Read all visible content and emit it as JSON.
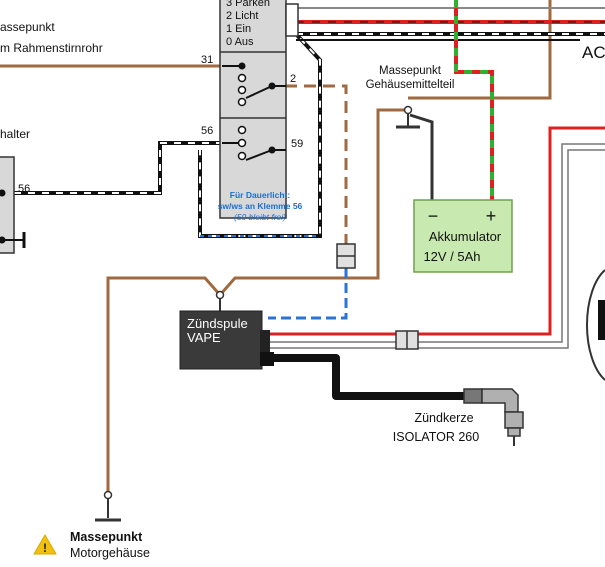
{
  "switch_positions": {
    "p3": "3 Parken",
    "p2": "2 Licht",
    "p1": "1 Ein",
    "p0": "0 Aus"
  },
  "left_ground": {
    "line1": "assepunkt",
    "line2": "m Rahmenstirnrohr"
  },
  "left_switch_label": "halter",
  "terminals": {
    "t31": "31",
    "t2": "2",
    "t56": "56",
    "t59": "59",
    "t56_left": "56"
  },
  "permanent_light_note": {
    "line1": "Für Dauerlicht:",
    "line2": "sw/ws an Klemme 56",
    "line3": "(59 bleibt frei)"
  },
  "housing_ground": {
    "line1": "Massepunkt",
    "line2": "Gehäusemittelteil"
  },
  "battery": {
    "minus": "−",
    "plus": "+",
    "name": "Akkumulator",
    "spec": "12V / 5Ah"
  },
  "ignition_coil": {
    "line1": "Zündspule",
    "line2": "VAPE"
  },
  "spark_plug": {
    "line1": "Zündkerze",
    "line2": "ISOLATOR 260"
  },
  "engine_ground": {
    "line1": "Massepunkt",
    "line2": "Motorgehäuse"
  },
  "edge_label": "AC",
  "warning_icon_symbol": "!",
  "colors": {
    "brown": "#a06a40",
    "red": "#e02020",
    "green": "#30b030",
    "blue": "#2a74d8",
    "black": "#111111",
    "battery_fill": "#c8eab0",
    "battery_border": "#70a050",
    "coil_fill": "#3a3a3a",
    "switch_fill": "#d8d8d8",
    "warning": "#f2c010"
  }
}
